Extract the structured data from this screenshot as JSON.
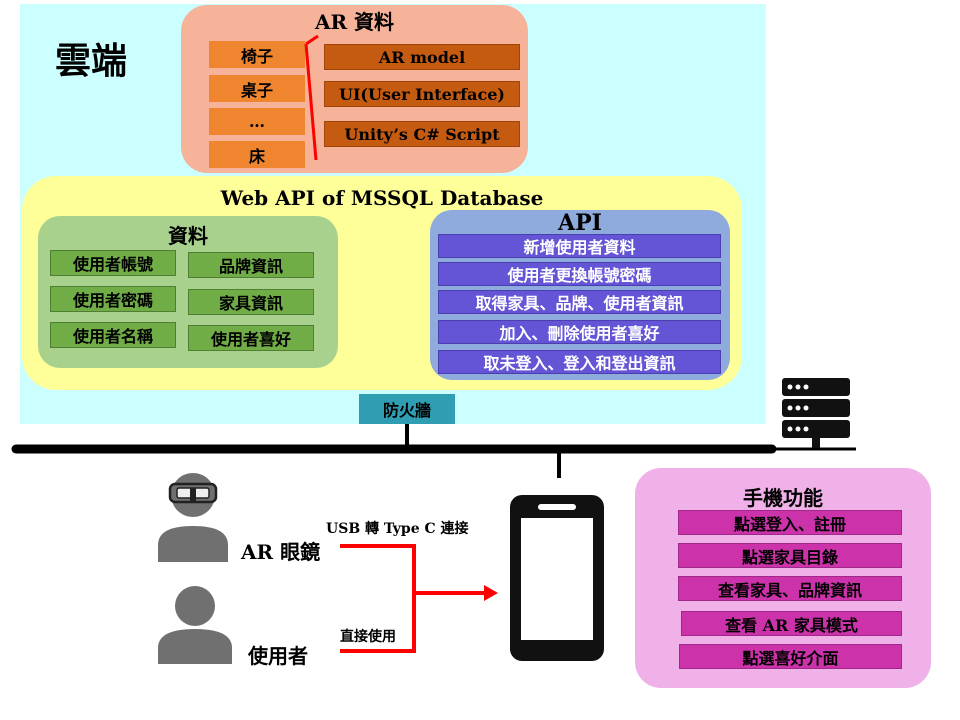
{
  "cloud": {
    "title": "雲端"
  },
  "ar_data": {
    "title": "AR 資料",
    "items": [
      "椅子",
      "桌子",
      "…",
      "床"
    ],
    "components": [
      "AR model",
      "UI(User Interface)",
      "Unity’s C# Script"
    ]
  },
  "web_api": {
    "title": "Web API of MSSQL Database",
    "data": {
      "title": "資料",
      "items": [
        "使用者帳號",
        "品牌資訊",
        "使用者密碼",
        "家具資訊",
        "使用者名稱",
        "使用者喜好"
      ]
    },
    "api": {
      "title": "API",
      "items": [
        "新增使用者資料",
        "使用者更換帳號密碼",
        "取得家具、品牌、使用者資訊",
        "加入、刪除使用者喜好",
        "取未登入、登入和登出資訊"
      ]
    }
  },
  "firewall": {
    "label": "防火牆"
  },
  "devices": {
    "ar_glasses_label": "AR 眼鏡",
    "user_label": "使用者",
    "usb_label": "USB 轉 Type C 連接",
    "direct_label": "直接使用"
  },
  "phone_features": {
    "title": "手機功能",
    "items": [
      "點選登入、註冊",
      "點選家具目錄",
      "查看家具、品牌資訊",
      "查看 AR 家具模式",
      "點選喜好介面"
    ]
  },
  "colors": {
    "cloud_bg": "#ccffff",
    "ar_box": "#f7b29a",
    "web_api_box": "#ffff99",
    "data_box": "#a9d18e",
    "api_box": "#8faadc",
    "phone_box": "#f0b0e8",
    "connector_red": "#ff0000"
  },
  "icons": [
    "server-icon",
    "vr-headset-user-icon",
    "user-icon",
    "smartphone-icon"
  ]
}
